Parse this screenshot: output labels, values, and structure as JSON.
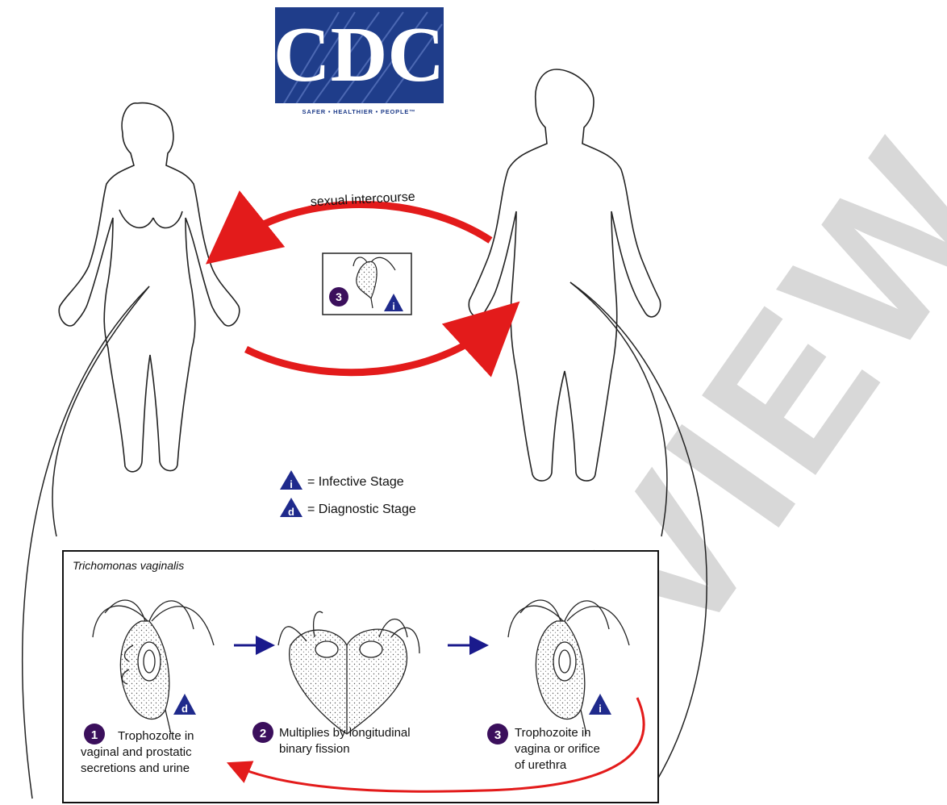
{
  "logo": {
    "text": "CDC",
    "tagline": "SAFER • HEALTHIER • PEOPLE™",
    "color": "#1f3d8a"
  },
  "transmission": {
    "label": "sexual intercourse",
    "arrow_color": "#e31b1b",
    "stage_number": "3",
    "stage_marker": "i"
  },
  "legend": [
    {
      "marker": "i",
      "text": "= Infective Stage"
    },
    {
      "marker": "d",
      "text": "= Diagnostic Stage"
    }
  ],
  "lifecycle": {
    "organism": "Trichomonas vaginalis",
    "arrow_color": "#1a1a8c",
    "return_arrow_color": "#e31b1b",
    "stages": [
      {
        "number": "1",
        "marker": "d",
        "lines": [
          "Trophozoite in",
          "vaginal and prostatic",
          "secretions and urine"
        ]
      },
      {
        "number": "2",
        "marker": "",
        "lines": [
          "Multiplies by longitudinal",
          "binary fission"
        ]
      },
      {
        "number": "3",
        "marker": "i",
        "lines": [
          "Trophozoite in",
          "vagina or orifice",
          "of urethra"
        ]
      }
    ]
  },
  "watermark": {
    "text": "VIEW",
    "color": "#cfcfcf"
  },
  "colors": {
    "stage_circle": "#3b0f5c",
    "marker_triangle": "#1f2a8c"
  }
}
